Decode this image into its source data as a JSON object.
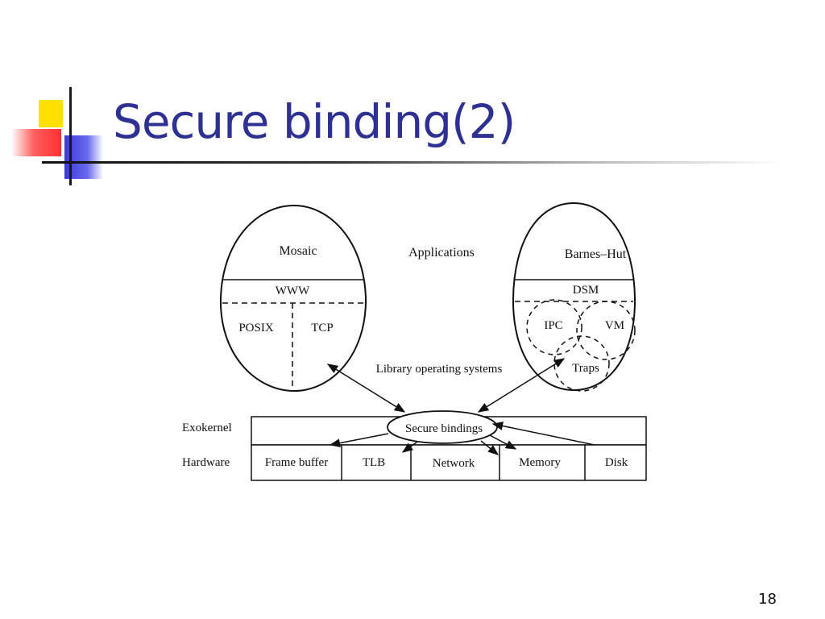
{
  "slide": {
    "title": "Secure binding(2)",
    "page_number": "18"
  },
  "diagram": {
    "left_app": {
      "name": "Mosaic",
      "layer": "WWW",
      "lib_left": "POSIX",
      "lib_right": "TCP"
    },
    "center_label": "Applications",
    "right_app": {
      "name": "Barnes–Hut",
      "layer": "DSM",
      "lib_ipc": "IPC",
      "lib_vm": "VM",
      "lib_traps": "Traps"
    },
    "library_os_label": "Library operating systems",
    "secure_bindings": "Secure bindings",
    "exokernel_label": "Exokernel",
    "hardware_label": "Hardware",
    "hardware_items": [
      "Frame buffer",
      "TLB",
      "Network",
      "Memory",
      "Disk"
    ]
  }
}
